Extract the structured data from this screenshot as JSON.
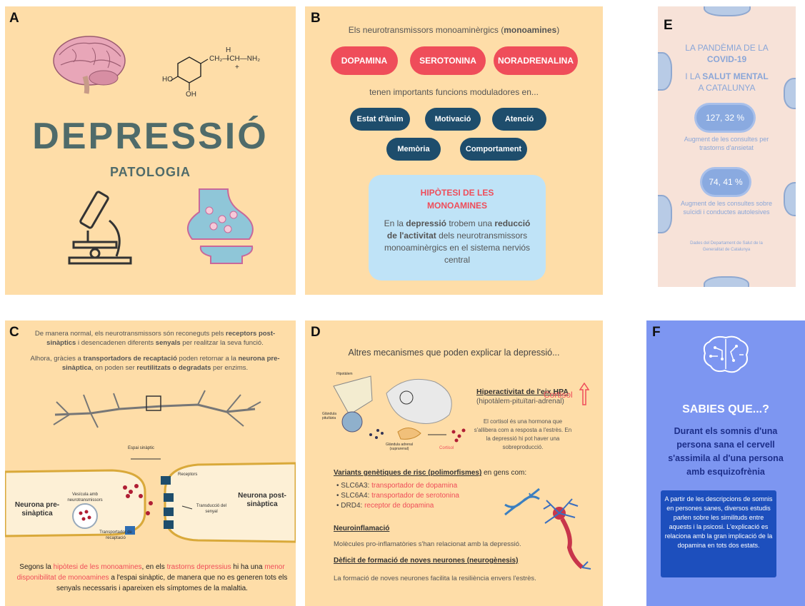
{
  "letters": {
    "a": "A",
    "b": "B",
    "c": "C",
    "d": "D",
    "e": "E",
    "f": "F"
  },
  "panel_a": {
    "title": "DEPRESSIÓ",
    "subtitle": "PATOLOGIA",
    "formula_h": "H",
    "formula_chain": "CH₂—CH—NH₂",
    "formula_plus": "+",
    "formula_ho1": "HO",
    "formula_oh": "OH"
  },
  "panel_b": {
    "intro_prefix": "Els neurotransmissors monoaminèrgics (",
    "intro_bold": "monoamines",
    "intro_suffix": ")",
    "monoamines": [
      "DOPAMINA",
      "SEROTONINA",
      "NORADRENALINA"
    ],
    "functions_intro": "tenen importants funcions moduladores en...",
    "functions": [
      "Estat d'ànim",
      "Motivació",
      "Atenció",
      "Memòria",
      "Comportament"
    ],
    "box_title": "HIPÒTESI DE LES MONOAMINES",
    "box_t1": "En la ",
    "box_b1": "depressió",
    "box_t2": " trobem una ",
    "box_b2": "reducció de l'activitat",
    "box_t3": " dels neurotransmissors monoaminèrgics en el sistema nerviós central"
  },
  "panel_e": {
    "title1": "LA PANDÈMIA DE LA",
    "title2": "COVID-19",
    "title3a": "I LA ",
    "title3b": "SALUT MENTAL",
    "title4": "A CATALUNYA",
    "stat1": "127, 32 %",
    "stat1_desc": "Augment de les consultes per trastorns d'ansietat",
    "stat2": "74, 41 %",
    "stat2_desc": "Augment de les consultes sobre suïcidi i conductes autolesives",
    "source": "Dades del Departament de Salut de la Generalitat de Catalunya"
  },
  "panel_c": {
    "p1a": "De manera normal, els neurotransmissors són reconeguts pels ",
    "p1b": "receptors post-sinàptics",
    "p1c": " i desencadenen diferents ",
    "p1d": "senyals",
    "p1e": " per realitzar la seva funció.",
    "p2a": "Alhora, gràcies a ",
    "p2b": "transportadors de recaptació",
    "p2c": " poden retornar a la ",
    "p2d": "neurona pre-sinàptica",
    "p2e": ", on poden ser ",
    "p2f": "reutilitzats o degradats",
    "p2g": " per enzims.",
    "label_space": "Espai sinàptic",
    "label_receptors": "Receptors",
    "label_vesicle": "Vesícula amb neurotransmissors",
    "label_transduction": "Transducció del senyal",
    "label_transporter": "Transportador de recaptació",
    "label_pre": "Neurona pre-sinàptica",
    "label_post": "Neurona post-sinàptica",
    "f1": "Segons la ",
    "f2": "hipòtesi de les monoamines",
    "f3": ", en els ",
    "f4": "trastorns depressius",
    "f5": " hi ha una ",
    "f6": "menor disponibilitat de monoamines",
    "f7": " a l'espai sinàptic, de manera que no es generen tots els senyals necessaris i apareixen els símptomes de la malaltia."
  },
  "panel_d": {
    "title": "Altres mecanismes que poden explicar la depressió...",
    "label_hypo": "Hipotàlem",
    "label_pit": "Glàndula pituïtària",
    "label_adrenal": "Glàndula adrenal (suprarenal)",
    "label_cortisol_small": "Cortisol",
    "hpa_title": "Hiperactivitat de l'eix HPA",
    "hpa_sub": "(hipotàlem-pituïtari-adrenal)",
    "cortisol": "Cortisol",
    "cortisol_desc": "El cortisol és una hormona que s'allibera com a resposta a l'estrès. En la depressió hi pot haver una sobreproducció.",
    "variants_title": "Variants genètiques de risc (polimorfismes)",
    "variants_suffix": " en gens com:",
    "genes": [
      {
        "gene": "SLC6A3: ",
        "desc": "transportador de dopamina"
      },
      {
        "gene": "SLC6A4: ",
        "desc": "transportador de serotonina"
      },
      {
        "gene": "DRD4: ",
        "desc": "receptor de dopamina"
      }
    ],
    "neuro_title": "Neuroinflamació",
    "neuro_desc": "Molècules pro-inflamatòries s'han relacionat amb la depressió.",
    "neuro2_title": "Dèficit de formació de noves neurones (neurogènesis)",
    "neuro2_desc": "La formació de noves neurones facilita la resiliència envers l'estrès."
  },
  "panel_f": {
    "title": "SABIES QUE...?",
    "subtitle": "Durant els somnis d'una persona sana el cervell s'assimila al d'una persona amb esquizofrènia",
    "box": "A partir de les descripcions de somnis en persones sanes, diversos estudis parlen sobre les similituds entre aquests i la psicosi. L'explicació es relaciona amb la gran implicació de la dopamina en tots dos estats."
  },
  "colors": {
    "panel_bg": "#fedda8",
    "red": "#ef4d5a",
    "navy": "#1e4d6c",
    "lightblue": "#bfe3f7",
    "panel_e_bg": "#f7e2d8",
    "panel_f_bg": "#7d96f1",
    "panel_f_box": "#1d4fbd"
  }
}
